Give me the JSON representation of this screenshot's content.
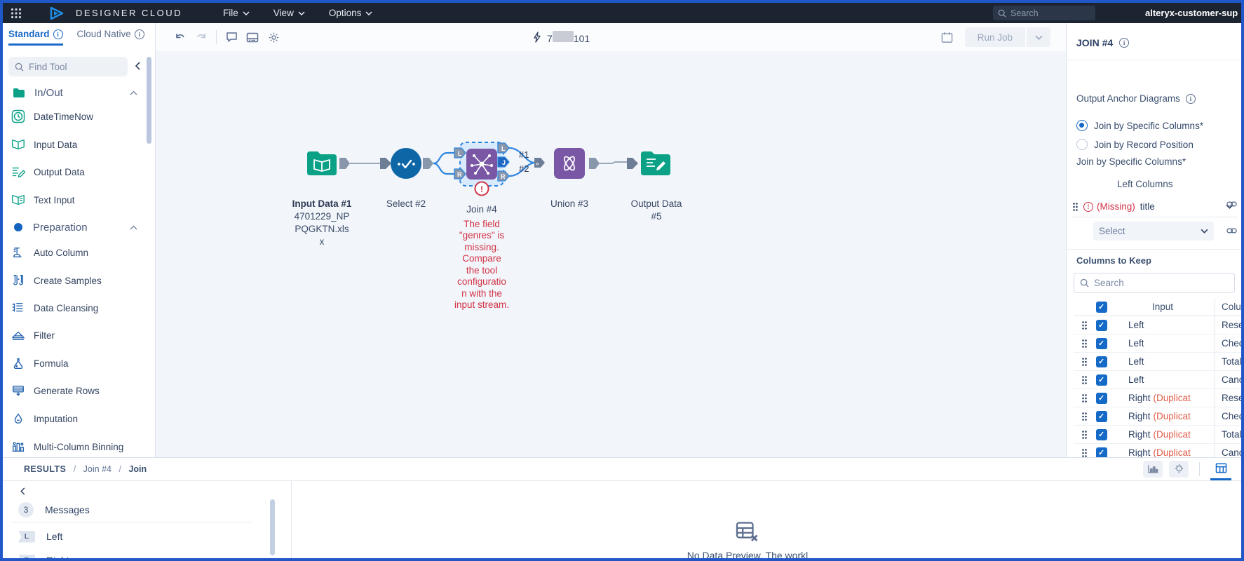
{
  "topbar": {
    "app_title": "DESIGNER CLOUD",
    "menus": [
      {
        "label": "File"
      },
      {
        "label": "View"
      },
      {
        "label": "Options"
      }
    ],
    "search_placeholder": "Search",
    "workspace": "alteryx-customer-supp"
  },
  "tabs": [
    {
      "label": "Standard"
    },
    {
      "label": "Cloud Native"
    }
  ],
  "tool_sidebar": {
    "find_tool_placeholder": "Find Tool",
    "sections": [
      {
        "label": "In/Out",
        "items": [
          {
            "label": "DateTimeNow"
          },
          {
            "label": "Input Data"
          },
          {
            "label": "Output Data"
          },
          {
            "label": "Text Input"
          }
        ]
      },
      {
        "label": "Preparation",
        "items": [
          {
            "label": "Auto Column"
          },
          {
            "label": "Create Samples"
          },
          {
            "label": "Data Cleansing"
          },
          {
            "label": "Filter"
          },
          {
            "label": "Formula"
          },
          {
            "label": "Generate Rows"
          },
          {
            "label": "Imputation"
          },
          {
            "label": "Multi-Column Binning"
          }
        ]
      }
    ]
  },
  "canvas_toolbar": {
    "workflow_ref_prefix": "7",
    "workflow_ref_suffix": "101",
    "run_job_label": "Run Job"
  },
  "workflow": {
    "input_node": {
      "title": "Input Data #1",
      "subtitle": "4701229_NP\nPQGKTN.xls\nx"
    },
    "select_node": {
      "title": "Select #2"
    },
    "join_node": {
      "title": "Join #4",
      "error_badge": "!",
      "error": "The field\n\"genres\" is\nmissing.\nCompare\nthe tool\nconfiguratio\nn with the\ninput stream."
    },
    "union_node": {
      "title": "Union #3"
    },
    "output_node": {
      "title": "Output Data\n#5"
    },
    "anchors": {
      "in_left": "L",
      "in_right": "R",
      "out_left": "L",
      "out_join": "J",
      "out_right": "R",
      "merge": "»"
    },
    "connection_labels": [
      "#1",
      "#2"
    ]
  },
  "config_panel": {
    "title": "JOIN #4",
    "section_title": "Output Anchor Diagrams",
    "radios": [
      {
        "label": "Join by Specific Columns*",
        "selected": true
      },
      {
        "label": "Join by Record Position",
        "selected": false
      }
    ],
    "subsection_label": "Join by Specific Columns*",
    "left_columns_label": "Left Columns",
    "missing_row": {
      "missing": "(Missing)",
      "field": "title"
    },
    "select_placeholder": "Select",
    "columns_to_keep": {
      "label": "Columns to Keep",
      "search_placeholder": "Search",
      "headers": {
        "input": "Input",
        "column": "Colum"
      },
      "rows": [
        {
          "input": "Left",
          "dup": "",
          "column": "Reser"
        },
        {
          "input": "Left",
          "dup": "",
          "column": "Check"
        },
        {
          "input": "Left",
          "dup": "",
          "column": "Total C"
        },
        {
          "input": "Left",
          "dup": "",
          "column": "Cance"
        },
        {
          "input": "Right",
          "dup": "(Duplicat",
          "column": "Reser"
        },
        {
          "input": "Right",
          "dup": "(Duplicat",
          "column": "Check"
        },
        {
          "input": "Right",
          "dup": "(Duplicat",
          "column": "Total C"
        },
        {
          "input": "Right",
          "dup": "(Duplicat",
          "column": "Cance"
        }
      ]
    }
  },
  "results": {
    "breadcrumb": {
      "root": "RESULTS",
      "mid": "Join #4",
      "leaf": "Join"
    },
    "items": [
      {
        "badge": "3",
        "label": "Messages"
      },
      {
        "badge": "L",
        "label": "Left"
      },
      {
        "badge": "R",
        "label": "Right"
      }
    ],
    "empty_state": "No Data Preview. The workl"
  }
}
